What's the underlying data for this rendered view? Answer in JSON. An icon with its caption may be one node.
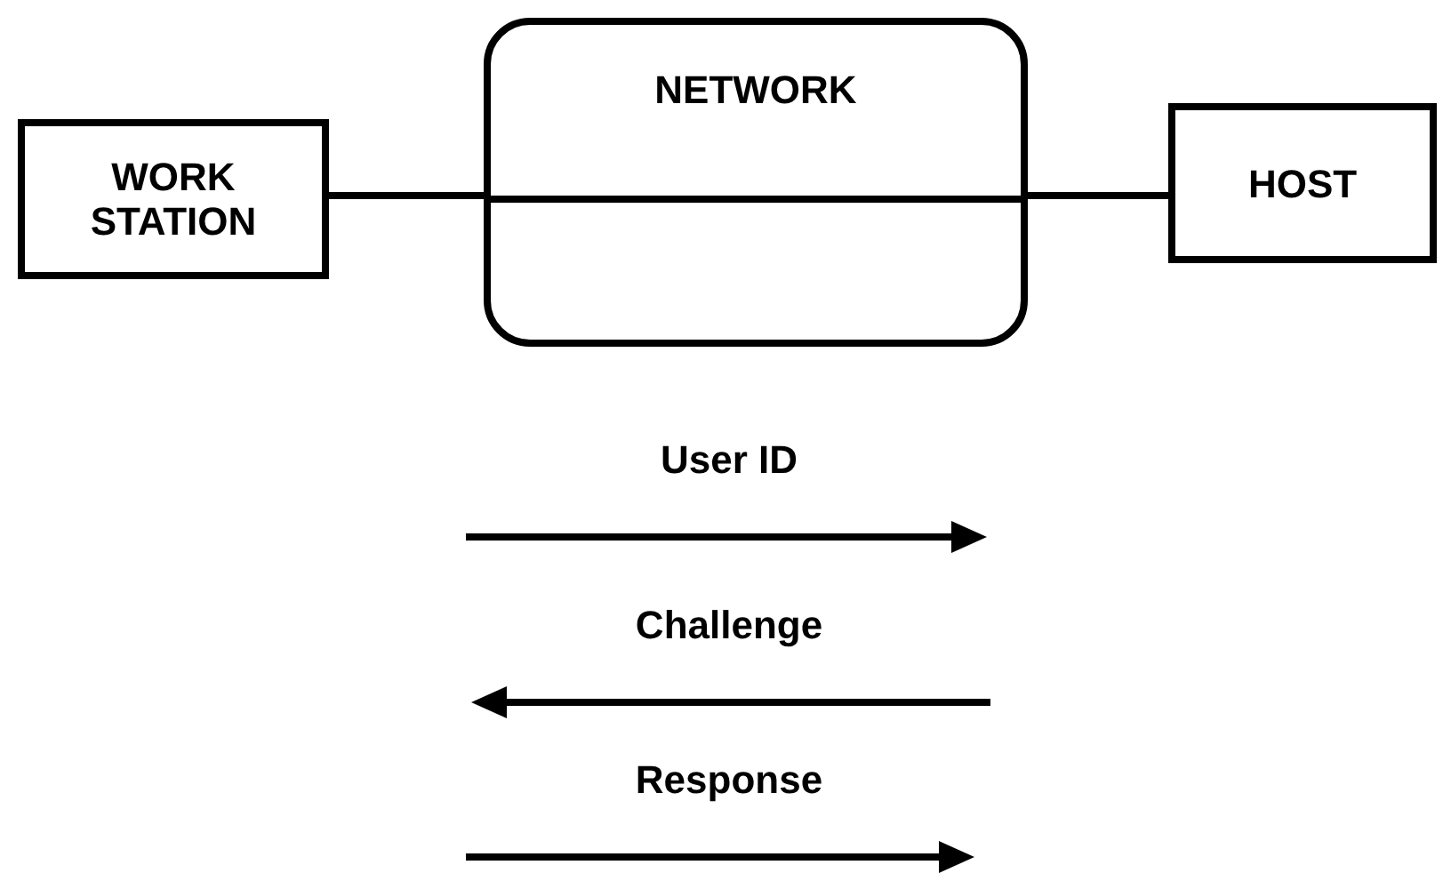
{
  "diagram": {
    "nodes": [
      {
        "text": [
          "WORK STATION"
        ]
      },
      {
        "text": [
          "NETWORK"
        ]
      },
      {
        "text": [
          "HOST"
        ]
      }
    ],
    "edges": [
      {
        "from": 0,
        "to": 1,
        "arrow": "none"
      },
      {
        "from": 1,
        "to": 2,
        "arrow": "none"
      }
    ],
    "labels": [
      "User ID",
      "Challenge",
      "Response"
    ]
  }
}
